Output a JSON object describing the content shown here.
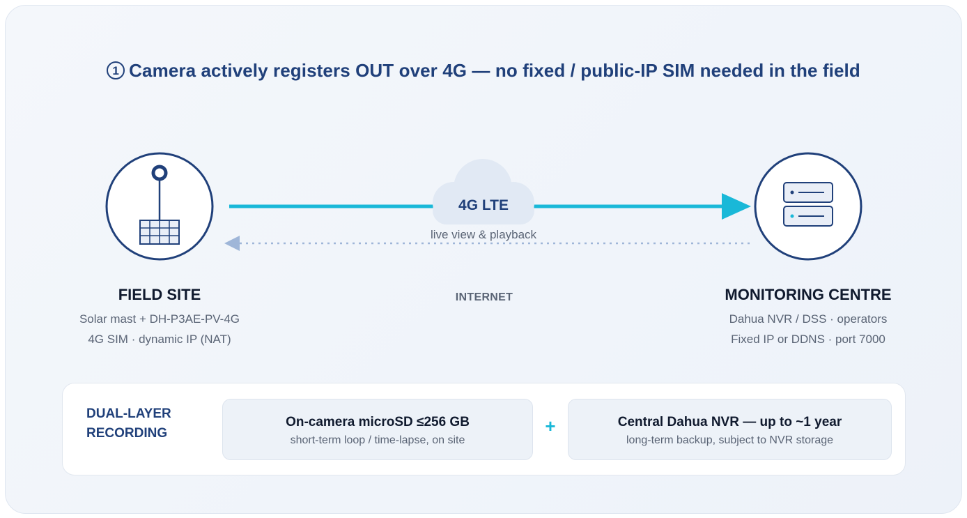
{
  "header": {
    "step_number": "1",
    "title": "Camera actively registers OUT over 4G — no fixed / public-IP SIM needed in the field"
  },
  "network": {
    "cloud_label": "4G LTE",
    "return_label": "live view & playback",
    "middle_label": "INTERNET"
  },
  "field_site": {
    "title": "FIELD SITE",
    "line1": "Solar mast + DH-P3AE-PV-4G",
    "line2": "4G SIM · dynamic IP (NAT)",
    "icon": "solar-mast-camera-icon"
  },
  "monitoring_centre": {
    "title": "MONITORING CENTRE",
    "line1": "Dahua NVR / DSS · operators",
    "line2": "Fixed IP or DDNS · port 7000",
    "icon": "server-rack-icon"
  },
  "recording": {
    "label_line1": "DUAL-LAYER",
    "label_line2": "RECORDING",
    "plus": "+",
    "boxes": [
      {
        "title": "On-camera microSD ≤256 GB",
        "subtitle": "short-term loop / time-lapse, on site"
      },
      {
        "title": "Central Dahua NVR — up to ~1 year",
        "subtitle": "long-term backup, subject to NVR storage"
      }
    ]
  },
  "colors": {
    "navy": "#20407a",
    "cyan": "#19b8d8",
    "return_arrow": "#9fb6d8"
  }
}
